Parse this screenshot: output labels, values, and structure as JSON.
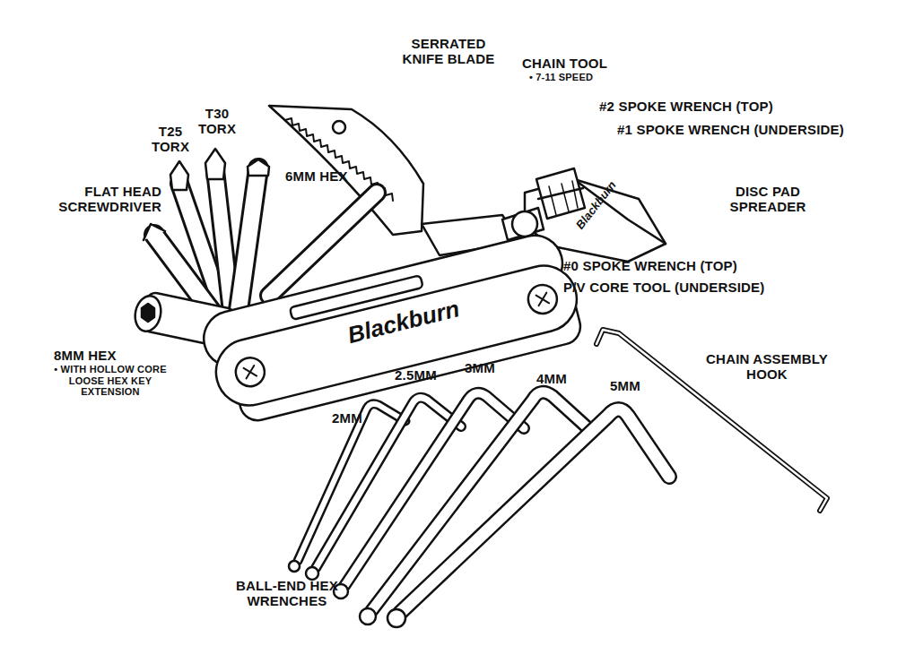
{
  "diagram": {
    "labels": [
      "SERRATED KNIFE BLADE",
      "CHAIN TOOL",
      "• 7-11 SPEED",
      "T25 TORX",
      "T30 TORX",
      "#2 SPOKE WRENCH (TOP)",
      "#1 SPOKE WRENCH (UNDERSIDE)",
      "6MM HEX",
      "FLAT HEAD SCREWDRIVER",
      "DISC PAD SPREADER",
      "#0 SPOKE WRENCH (TOP)",
      "P/V CORE TOOL (UNDERSIDE)",
      "8MM HEX",
      "• WITH HOLLOW CORE LOOSE HEX KEY EXTENSION",
      "CHAIN ASSEMBLY HOOK",
      "2.5MM",
      "3MM",
      "4MM",
      "5MM",
      "2MM",
      "BALL-END HEX WRENCHES",
      "Blackburn",
      "Blackburn"
    ]
  }
}
